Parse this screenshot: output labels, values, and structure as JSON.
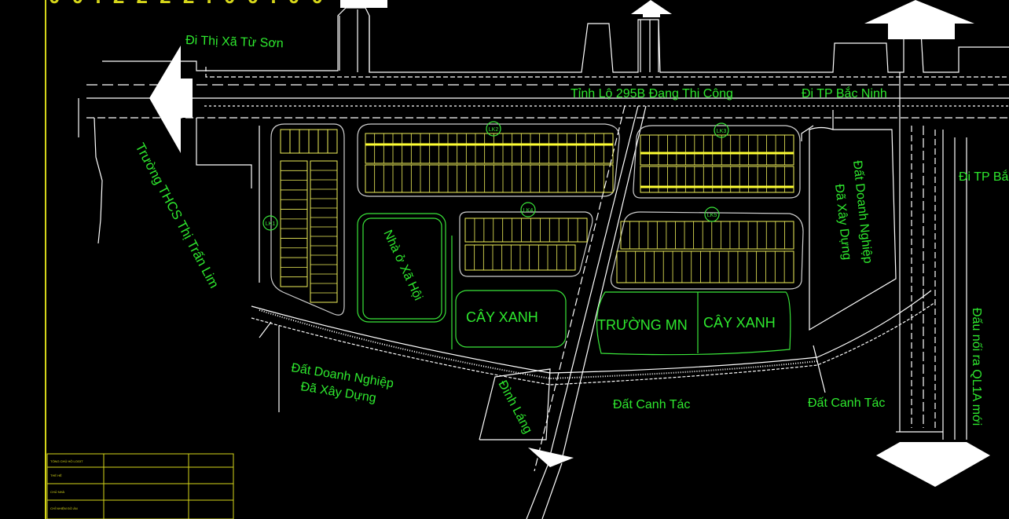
{
  "colors": {
    "background": "#000000",
    "label": "#2ee82e",
    "line": "#ffffff",
    "lot_grid": "#f2f25a",
    "block_outline": "#d8d8d8",
    "title_block": "#d6d61a"
  },
  "labels": {
    "to_tu_son": "Đi Thị Xã Từ Sơn",
    "provincial_road": "Tỉnh Lộ 295B Đang Thi Công",
    "to_bac_ninh": "Đi TP Bắc Ninh",
    "to_bac_ninh_right": "Đi TP Bắ",
    "school_thcs": "Trường THCS Thị Trấn Lim",
    "business_land_right": "Đất Doanh Nghiệp",
    "business_built_right": "Đã Xây Dựng",
    "social_housing": "Nhà ở Xã Hội",
    "green_1": "CÂY XANH",
    "kindergarten": "TRƯỜNG MN",
    "green_2": "CÂY XANH",
    "business_land_left": "Đất Doanh Nghiệp",
    "business_built_left": "Đã Xây Dựng",
    "dinh_lang": "Đình Láng",
    "farmland_1": "Đất Canh Tác",
    "farmland_2": "Đất Canh Tác",
    "ql1a": "Đấu nối ra QL1A mới"
  },
  "blocks": [
    {
      "id": "lk1",
      "label": "LK1"
    },
    {
      "id": "lk2",
      "label": "LK2"
    },
    {
      "id": "lk3",
      "label": "LK3"
    },
    {
      "id": "lk4",
      "label": "LK4"
    },
    {
      "id": "lk5",
      "label": "LK5"
    }
  ],
  "title_block": {
    "rows": [
      "TỔNG CHỦ HỒ LOGIT",
      "THỂ HỆ",
      "CHỦ NHÀ",
      "CHỈ NHIỆM ĐỒ ÁN"
    ]
  }
}
